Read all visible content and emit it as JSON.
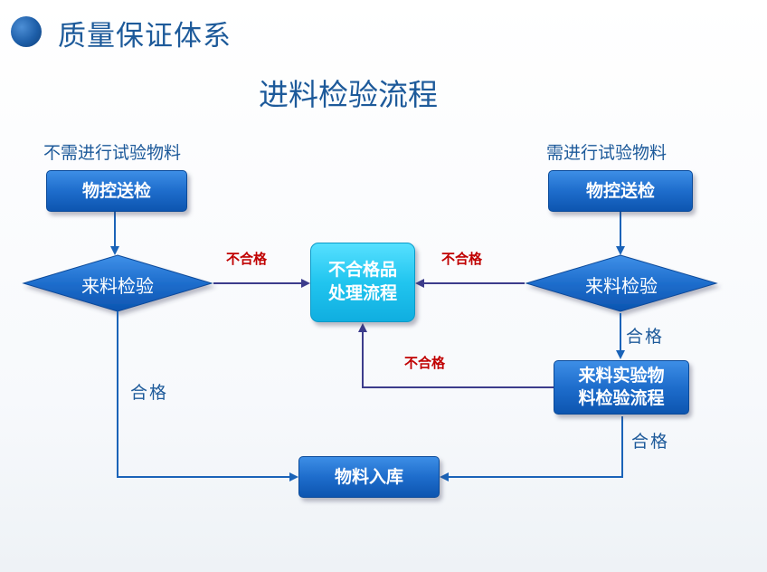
{
  "header": {
    "title": "质量保证体系"
  },
  "diagram": {
    "title": "进料检验流程",
    "left_branch_label": "不需进行试验物料",
    "right_branch_label": "需进行试验物料",
    "nodes": {
      "left_send": "物控送检",
      "left_inspect": "来料检验",
      "nonconforming": "不合格品\n处理流程",
      "right_send": "物控送检",
      "right_inspect": "来料检验",
      "lab_test": "来料实验物\n料检验流程",
      "warehouse": "物料入库"
    },
    "edge_labels": {
      "left_fail": "不合格",
      "right_fail": "不合格",
      "lab_fail": "不合格",
      "left_pass": "合格",
      "right_pass": "合格",
      "lab_pass": "合格"
    },
    "colors": {
      "title_blue": "#1d5a9a",
      "box_blue": "#1e6dcc",
      "box_cyan": "#21c5ef",
      "connector_blue": "#1a63b8",
      "connector_purple": "#3c3c8c",
      "fail_red": "#c00000"
    }
  }
}
